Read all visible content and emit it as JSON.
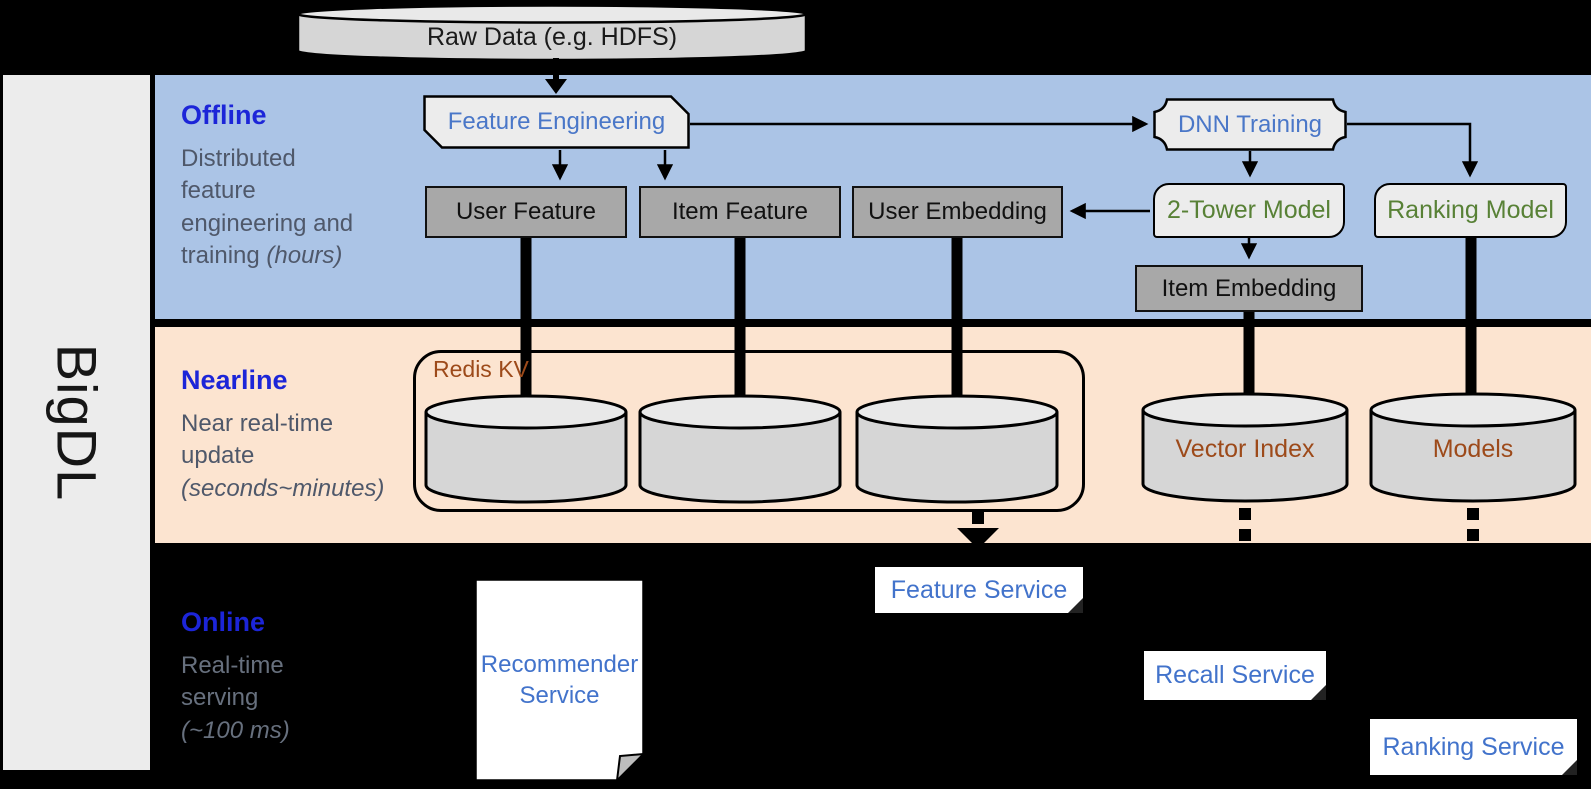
{
  "brand": {
    "label": "BigDL"
  },
  "source": {
    "label": "Raw Data (e.g. HDFS)"
  },
  "sections": {
    "offline": {
      "title": "Offline",
      "subtitle": "Distributed\nfeature\nengineering and\ntraining ",
      "subtitle_note": "(hours)"
    },
    "nearline": {
      "title": "Nearline",
      "subtitle": "Near real-time\nupdate\n",
      "subtitle_note": "(seconds~minutes)"
    },
    "online": {
      "title": "Online",
      "subtitle": "Real-time\nserving\n",
      "subtitle_note": "(~100 ms)"
    }
  },
  "offline": {
    "feature_engineering": "Feature Engineering",
    "dnn_training": "DNN Training",
    "user_feature": "User Feature",
    "item_feature": "Item Feature",
    "user_embedding": "User Embedding",
    "two_tower_model": "2-Tower Model",
    "ranking_model": "Ranking Model",
    "item_embedding": "Item Embedding"
  },
  "nearline": {
    "redis_kv": "Redis KV",
    "vector_index": "Vector Index",
    "models": "Models"
  },
  "online": {
    "recommender_service": "Recommender Service",
    "feature_service": "Feature Service",
    "recall_service": "Recall Service",
    "ranking_service": "Ranking Service"
  },
  "colors": {
    "offline_band": "#abc4e6",
    "nearline_band": "#fce4d0",
    "sidebar_gray": "#ececec",
    "node_gray": "#a8a8a8",
    "node_light": "#ececec",
    "cylinder_fill": "#d6d6d6",
    "cylinder_top": "#e9e9e9",
    "accent_blue": "#1c25d8",
    "label_blue": "#4a77c8",
    "service_blue": "#4273cb",
    "label_green": "#588136",
    "label_brown": "#9d4a1a",
    "subtitle_gray": "#4f586a",
    "subtitle_gray_dark": "#67707e"
  }
}
